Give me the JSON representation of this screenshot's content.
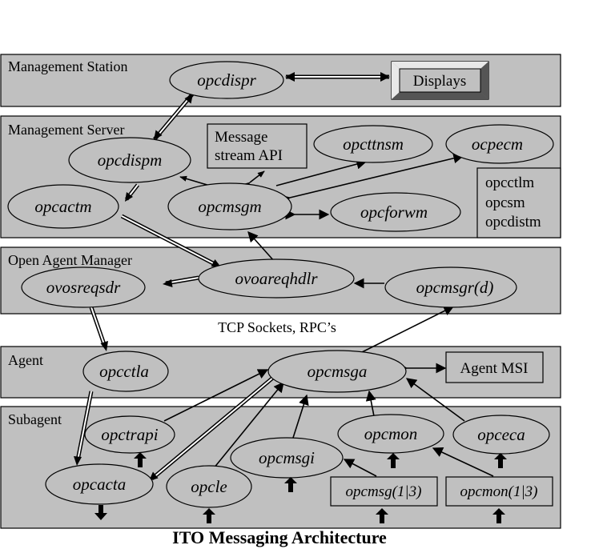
{
  "layers": {
    "management_station": "Management Station",
    "management_server": "Management Server",
    "open_agent_manager": "Open Agent Manager",
    "agent": "Agent",
    "subagent": "Subagent"
  },
  "processes": {
    "opcdispr": "opcdispr",
    "opcdispm": "opcdispm",
    "opcactm": "opcactm",
    "opcmsgm": "opcmsgm",
    "opcttnsm": "opcttnsm",
    "ocpecm": "ocpecm",
    "opcforwm": "opcforwm",
    "ovosreqsdr": "ovosreqsdr",
    "ovoareqhdlr": "ovoareqhdlr",
    "opcmsgr": "opcmsgr(d)",
    "opcctla": "opcctla",
    "opcmsga": "opcmsga",
    "opctrapi": "opctrapi",
    "opcmon": "opcmon",
    "opceca": "opceca",
    "opcmsgi": "opcmsgi",
    "opcacta": "opcacta",
    "opcle": "opcle"
  },
  "boxes": {
    "displays": "Displays",
    "msg_api_line1": "Message",
    "msg_api_line2": "stream API",
    "server_list": [
      "opcctlm",
      "opcsm",
      "opcdistm"
    ],
    "agent_msi": "Agent MSI",
    "opcmsg13": "opcmsg(1|3)",
    "opcmon13": "opcmon(1|3)"
  },
  "network_label": "TCP Sockets, RPC’s",
  "caption": "ITO Messaging Architecture"
}
